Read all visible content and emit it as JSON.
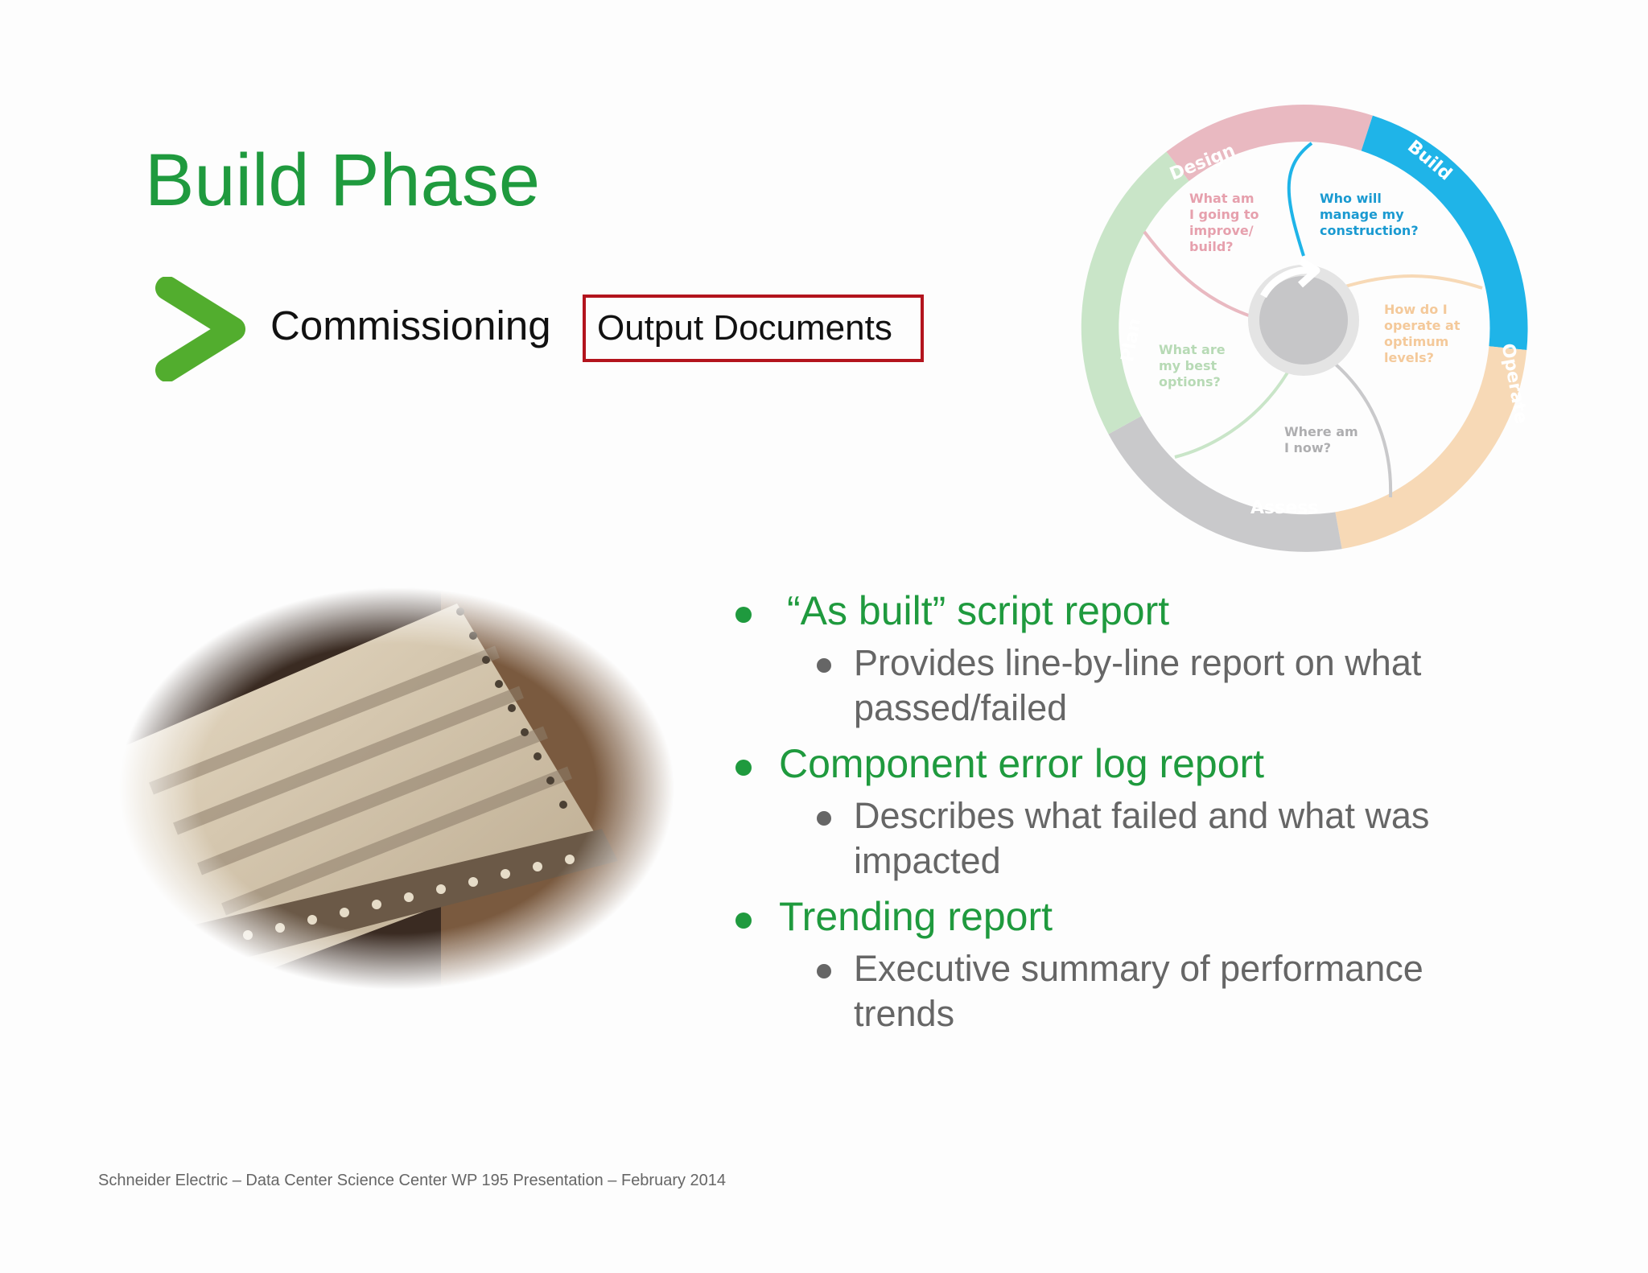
{
  "slide": {
    "title": "Build Phase",
    "section_label": "Commissioning",
    "doc_box_label": "Output Documents",
    "accent_color": "#1f9a3e",
    "box_color": "#b3141d"
  },
  "wheel": {
    "segments": [
      "Design",
      "Build",
      "Operate",
      "Assess",
      "Plan"
    ],
    "questions": {
      "design": [
        "What am",
        "I going to",
        "improve/",
        "build?"
      ],
      "build": [
        "Who will",
        "manage my",
        "construction?"
      ],
      "operate": [
        "How do I",
        "operate at",
        "optimum",
        "levels?"
      ],
      "assess": [
        "Where am",
        "I now?"
      ],
      "plan": [
        "What are",
        "my best",
        "options?"
      ]
    },
    "colors": {
      "design": "#e9b9c1",
      "build": "#1fb4e8",
      "operate": "#f7d9b6",
      "assess": "#c9c9cb",
      "plan": "#c9e5c8"
    }
  },
  "bullets": [
    {
      "text": "“As built” script report",
      "sub": [
        "Provides line-by-line report on what",
        "passed/failed"
      ]
    },
    {
      "text": "Component error log report",
      "sub": [
        "Describes what failed and what was",
        "impacted"
      ]
    },
    {
      "text": "Trending report",
      "sub": [
        "Executive summary of performance",
        "trends"
      ]
    }
  ],
  "footer": "Schneider Electric – Data Center Science Center WP 195 Presentation – February 2014"
}
